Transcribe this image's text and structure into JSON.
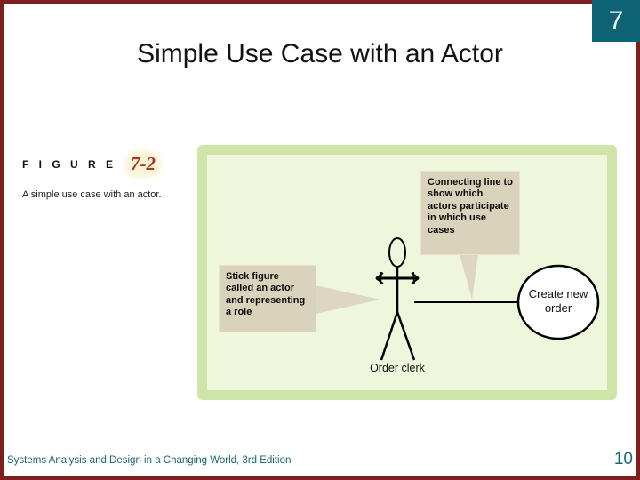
{
  "slide": {
    "chapter_number": "7",
    "title": "Simple Use Case with an Actor",
    "figure": {
      "label": "F I G U R E",
      "number": "7-2",
      "caption": "A simple use case with an actor."
    },
    "diagram": {
      "callout_connecting_line": "Connecting line to show which actors participate in which use cases",
      "callout_stick_figure": "Stick figure called an actor and representing a role",
      "use_case_label": "Create new order",
      "actor_label": "Order clerk"
    },
    "footer": {
      "text": "Systems Analysis and Design in a Changing World, 3rd Edition",
      "page_number": "10"
    },
    "colors": {
      "teal_badge": "#0d6274",
      "teal_footer": "#1a6475",
      "maroon_border": "#7d1f1f",
      "panel_frame_green": "#cfe5a7",
      "panel_bg_green": "#eef7dc",
      "callout_tan": "#d9d3bc",
      "figure_number_red": "#a8342a",
      "title_black": "#121212"
    }
  }
}
